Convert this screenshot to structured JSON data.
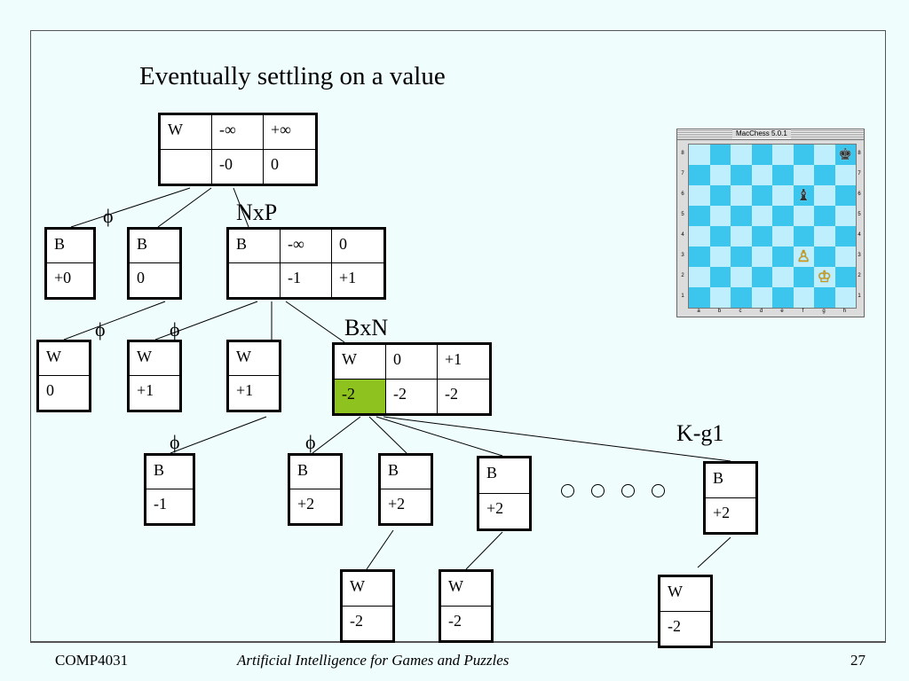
{
  "slide": {
    "title": "Eventually settling on a value",
    "footer_left": "COMP4031",
    "footer_center": "Artificial Intelligence for Games and Puzzles",
    "page_number": "27"
  },
  "tree": {
    "move_labels": {
      "nxp": "NxP",
      "bxn": "BxN",
      "kg1": "K-g1"
    },
    "cutoff_symbol": "ϕ",
    "nodes": {
      "root": {
        "rows": [
          [
            "W",
            "-∞",
            "+∞"
          ],
          [
            "",
            "-0",
            "0"
          ]
        ]
      },
      "b_left": {
        "rows": [
          [
            "B"
          ],
          [
            "+0"
          ]
        ]
      },
      "b_mid": {
        "rows": [
          [
            "B"
          ],
          [
            "0"
          ]
        ]
      },
      "b_nxp": {
        "rows": [
          [
            "B",
            "-∞",
            "0"
          ],
          [
            "",
            "-1",
            "+1"
          ]
        ]
      },
      "w_1": {
        "rows": [
          [
            "W"
          ],
          [
            "0"
          ]
        ]
      },
      "w_2": {
        "rows": [
          [
            "W"
          ],
          [
            "+1"
          ]
        ]
      },
      "w_3": {
        "rows": [
          [
            "W"
          ],
          [
            "+1"
          ]
        ]
      },
      "w_bxn": {
        "rows": [
          [
            "W",
            "0",
            "+1"
          ],
          [
            "-2",
            "-2",
            "-2"
          ]
        ]
      },
      "b_1": {
        "rows": [
          [
            "B"
          ],
          [
            "-1"
          ]
        ]
      },
      "b_2": {
        "rows": [
          [
            "B"
          ],
          [
            "+2"
          ]
        ]
      },
      "b_3": {
        "rows": [
          [
            "B"
          ],
          [
            "+2"
          ]
        ]
      },
      "b_4": {
        "rows": [
          [
            "B"
          ],
          [
            "+2"
          ]
        ]
      },
      "b_kg1": {
        "rows": [
          [
            "B"
          ],
          [
            "+2"
          ]
        ]
      },
      "w_leaf_1": {
        "rows": [
          [
            "W"
          ],
          [
            "-2"
          ]
        ]
      },
      "w_leaf_2": {
        "rows": [
          [
            "W"
          ],
          [
            "-2"
          ]
        ]
      },
      "w_leaf_3": {
        "rows": [
          [
            "W"
          ],
          [
            "-2"
          ]
        ]
      }
    },
    "highlight_color": "#8ec21f"
  },
  "chess_window": {
    "title": "MacChess 5.0.1",
    "files": [
      "a",
      "b",
      "c",
      "d",
      "e",
      "f",
      "g",
      "h"
    ],
    "ranks": [
      "8",
      "7",
      "6",
      "5",
      "4",
      "3",
      "2",
      "1"
    ],
    "pieces": [
      {
        "square": "h8",
        "glyph": "♚",
        "side": "black",
        "icon": "black-king-icon"
      },
      {
        "square": "f6",
        "glyph": "♝",
        "side": "black",
        "icon": "black-bishop-icon"
      },
      {
        "square": "f3",
        "glyph": "♙",
        "side": "white",
        "icon": "white-pawn-icon"
      },
      {
        "square": "g2",
        "glyph": "♔",
        "side": "white",
        "icon": "white-king-icon"
      }
    ],
    "colors": {
      "light_square": "#bfeffc",
      "dark_square": "#3cc6ee"
    }
  }
}
